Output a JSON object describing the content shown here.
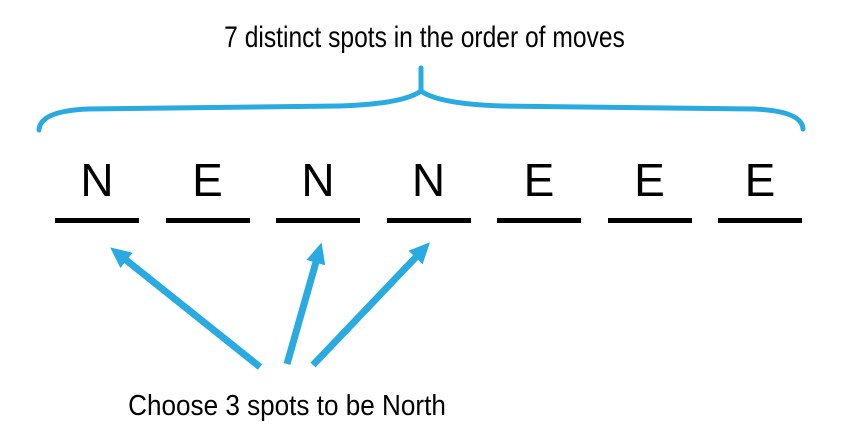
{
  "title": "7 distinct spots in the order of moves",
  "caption": "Choose 3 spots to be North",
  "sequence": [
    "N",
    "E",
    "N",
    "N",
    "E",
    "E",
    "E"
  ],
  "north_spot_positions": [
    1,
    3,
    4
  ],
  "colors": {
    "accent": "#29ABE2",
    "ink": "#000000",
    "background": "#FFFFFF"
  }
}
